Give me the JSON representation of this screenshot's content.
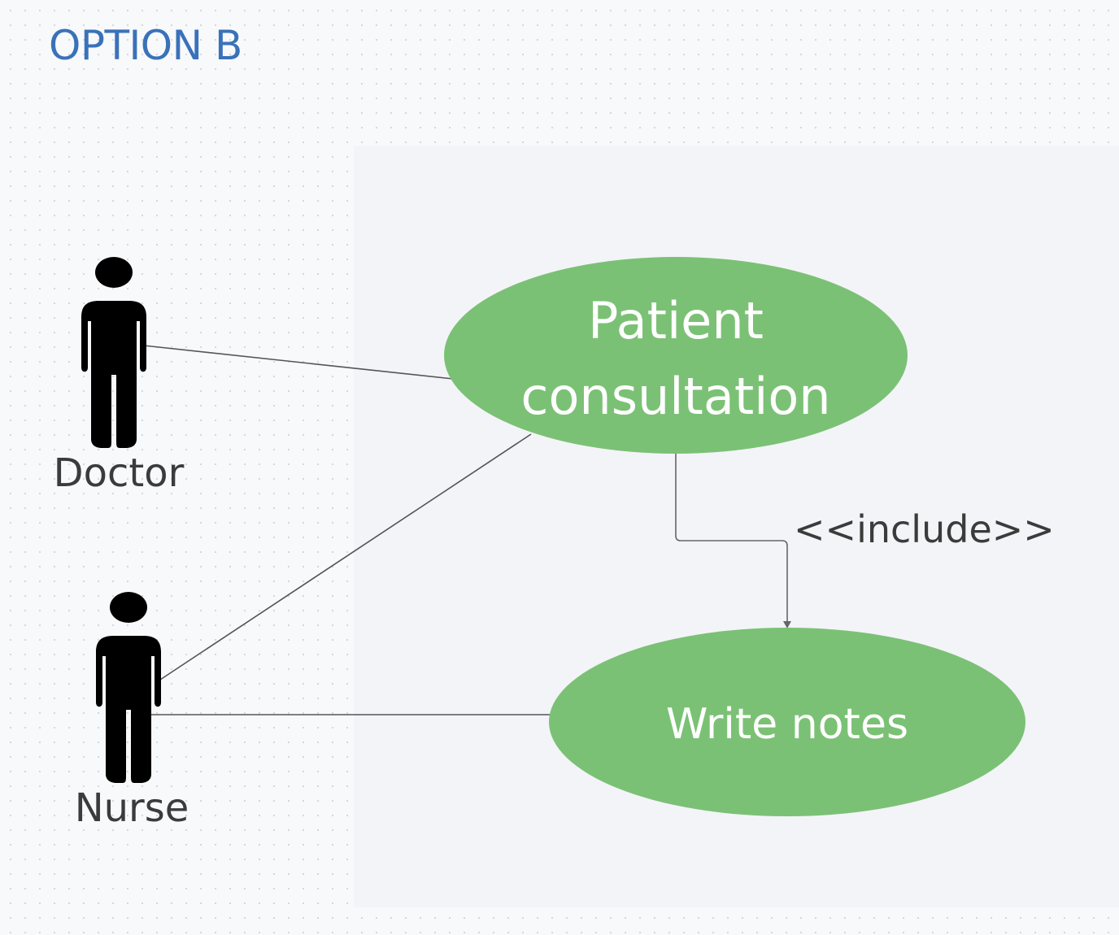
{
  "title": "OPTION B",
  "actors": [
    {
      "id": "doctor",
      "label": "Doctor"
    },
    {
      "id": "nurse",
      "label": "Nurse"
    }
  ],
  "use_cases": [
    {
      "id": "patient-consultation",
      "lines": [
        "Patient",
        "consultation"
      ]
    },
    {
      "id": "write-notes",
      "lines": [
        "Write notes"
      ]
    }
  ],
  "relationships": [
    {
      "from": "doctor",
      "to": "patient-consultation",
      "type": "association",
      "label": ""
    },
    {
      "from": "nurse",
      "to": "patient-consultation",
      "type": "association",
      "label": ""
    },
    {
      "from": "nurse",
      "to": "write-notes",
      "type": "association",
      "label": ""
    },
    {
      "from": "patient-consultation",
      "to": "write-notes",
      "type": "include",
      "label": "<<include>>"
    }
  ],
  "colors": {
    "title": "#3a72b9",
    "use_case_fill": "#7bc175",
    "use_case_text": "#ffffff",
    "actor": "#000000",
    "line": "#555555",
    "boundary": "#f3f4f8"
  }
}
